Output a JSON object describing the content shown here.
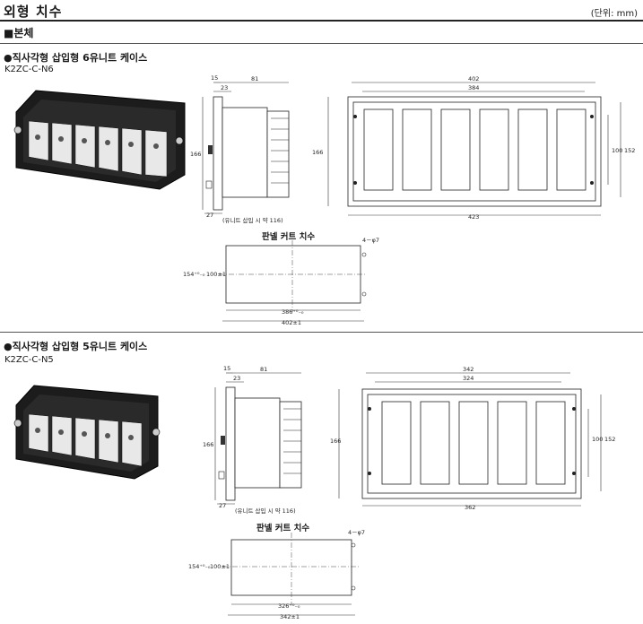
{
  "page": {
    "title": "외형 치수",
    "unit_note": "(단위: mm)",
    "section": "■본체"
  },
  "case6": {
    "title": "●직사각형 삽입형 6유니트 케이스",
    "model": "K2ZC-C-N6",
    "side": {
      "d15": "15",
      "d81": "81",
      "d23": "23",
      "d166": "166",
      "d27": "27",
      "note": "(유니트 삽입 시 약 116)"
    },
    "front": {
      "d402": "402",
      "d384": "384",
      "d166": "166",
      "d100": "100",
      "d152": "152",
      "d423": "423"
    },
    "panel": {
      "title": "판넬 커트 치수",
      "holes": "4－φ7",
      "h154": "154⁺⁰₋₀",
      "h100": "100±1",
      "w386": "386⁺⁰₋₀",
      "w402": "402±1"
    }
  },
  "case5": {
    "title": "●직사각형 삽입형 5유니트 케이스",
    "model": "K2ZC-C-N5",
    "side": {
      "d15": "15",
      "d81": "81",
      "d23": "23",
      "d166": "166",
      "d27": "27",
      "note": "(유니트 삽입 시 약 116)"
    },
    "front": {
      "d342": "342",
      "d324": "324",
      "d166": "166",
      "d100": "100",
      "d152": "152",
      "d362": "362"
    },
    "panel": {
      "title": "판넬 커트 치수",
      "holes": "4－φ7",
      "h154": "154⁺⁰₋₀",
      "h100": "100±1",
      "w326": "326⁺⁰₋₀",
      "w342": "342±1"
    }
  }
}
